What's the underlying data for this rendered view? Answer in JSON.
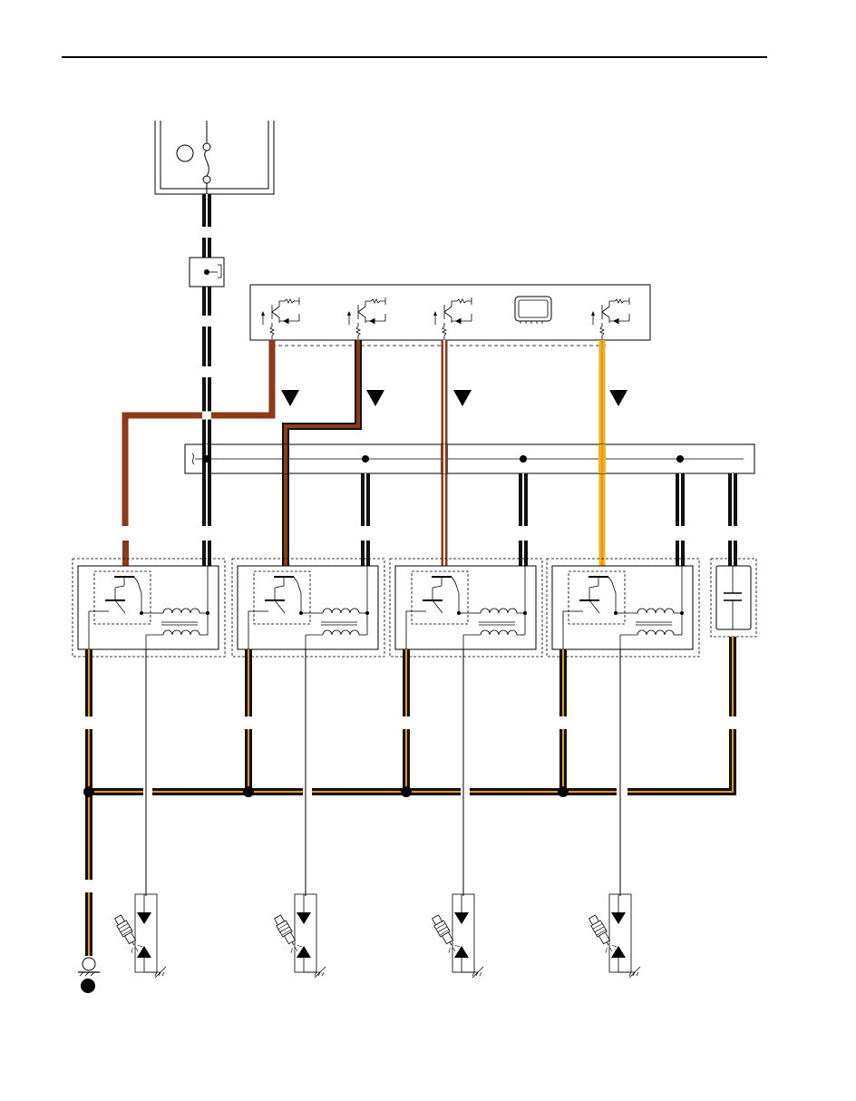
{
  "colors": {
    "background": "#ffffff",
    "line": "#000000",
    "wire_brown": "#8B3A1A",
    "wire_orange": "#E8961E",
    "wire_yellow": "#F2B21F",
    "wire_black": "#111111"
  },
  "coils": [
    {
      "id": "coil-1",
      "signal_wire": "brown"
    },
    {
      "id": "coil-2",
      "signal_wire": "brown-black"
    },
    {
      "id": "coil-3",
      "signal_wire": "brown-white"
    },
    {
      "id": "coil-4",
      "signal_wire": "yellow-orange"
    }
  ],
  "icons": {
    "fuse": "fuse-icon",
    "relay": "relay-icon",
    "ecm": "ecm-icon",
    "spark_plug": "spark-plug-icon",
    "ground": "ground-icon",
    "capacitor": "capacitor-icon",
    "arrow": "down-arrow-icon"
  }
}
